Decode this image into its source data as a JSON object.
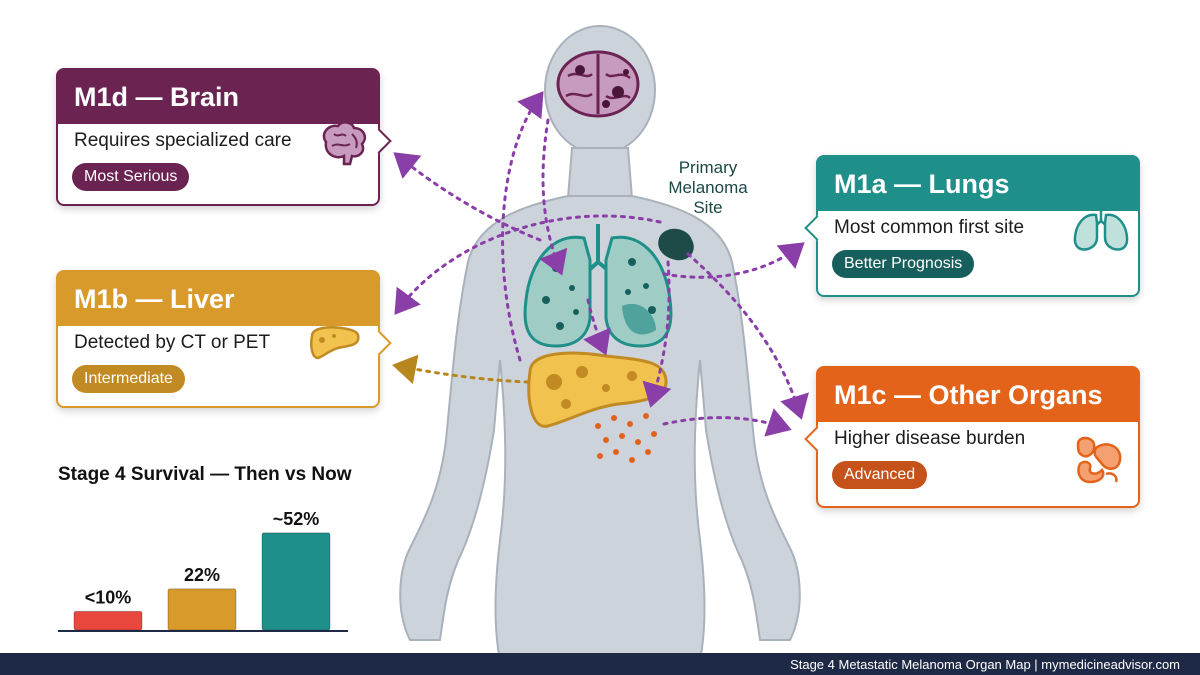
{
  "cards": {
    "m1d": {
      "title": "M1d — Brain",
      "description": "Requires specialized care",
      "badge": "Most Serious"
    },
    "m1b": {
      "title": "M1b — Liver",
      "description": "Detected by CT or PET",
      "badge": "Intermediate"
    },
    "m1a": {
      "title": "M1a — Lungs",
      "description": "Most common first site",
      "badge": "Better Prognosis"
    },
    "m1c": {
      "title": "M1c — Other Organs",
      "description": "Higher disease burden",
      "badge": "Advanced"
    }
  },
  "primary_site": {
    "line1": "Primary",
    "line2": "Melanoma",
    "line3": "Site"
  },
  "chart_data": {
    "type": "bar",
    "title": "Stage 4 Survival — Then vs Now",
    "categories": [
      "",
      "",
      ""
    ],
    "values": [
      10,
      22,
      52
    ],
    "labels": [
      "<10%",
      "22%",
      "~52%"
    ],
    "colors": [
      "#e8483e",
      "#d89a2b",
      "#1f8f8a"
    ],
    "ylim": [
      0,
      60
    ],
    "grid": false
  },
  "footer": {
    "text": "Stage 4 Metastatic Melanoma Organ Map | mymedicineadvisor.com"
  },
  "colors": {
    "brain": "#6b2352",
    "liver": "#d89a2b",
    "lungs": "#1f8f8a",
    "other": "#e3631b",
    "arrow": "#8a3fa8",
    "body": "#cdd3da",
    "footer": "#1e2a45"
  },
  "icons": {
    "brain": "brain-icon",
    "liver": "liver-icon",
    "lungs": "lungs-icon",
    "other": "digestive-organs-icon"
  }
}
